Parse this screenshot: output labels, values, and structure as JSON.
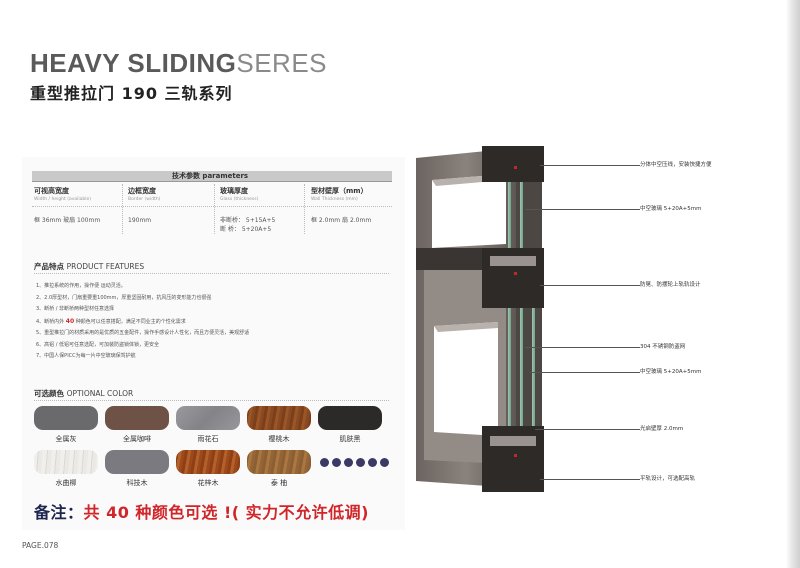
{
  "header": {
    "title_bold": "HEAVY SLIDING",
    "title_light": "SERES",
    "subtitle": "重型推拉门 190 三轨系列"
  },
  "parameters": {
    "header": "技术参数 parameters",
    "columns": [
      {
        "title": "可视高宽度",
        "en": "Width / height (available)",
        "value": "框 36mm    玻扇 100mm"
      },
      {
        "title": "边框宽度",
        "en": "Border (width)",
        "value": "190mm"
      },
      {
        "title": "玻璃厚度",
        "en": "Glass (thickness)",
        "value": "非断桥：  5+15A+5",
        "value2": "断  桥：  5+20A+5"
      },
      {
        "title": "型材壁厚（mm）",
        "en": "Wall Thickness (mm)",
        "value": "框 2.0mm    扇 2.0mm"
      }
    ]
  },
  "features": {
    "title_cn": "产品特点",
    "title_en": "PRODUCT FEATURES",
    "items": [
      "1、推拉系统的作用，操作便  运动灵活。",
      "2、2.0厚型材，门扇重要重100mm，厚重坚固耐用，抗风压的变形能力也很强",
      "3、断桥 / 非断桥两种型材任意选择",
      "4、断桥内外 ",
      "5、重型推拉门的材质采用的是优质的五金配件，操作手感设计人性化，而且方便灵活，美观舒适",
      "6、高铝 / 低铝可任意选配，可加装防盗锁体锁，更安全",
      "7、中国人保PICC为每一片中空玻璃保驾护航"
    ],
    "item4_highlight": "40",
    "item4_rest": " 种颜色可以任意搭配，满足不同业主的个性化需求"
  },
  "colors": {
    "title_cn": "可选颜色",
    "title_en": "OPTIONAL COLOR",
    "swatches": [
      {
        "label": "全属灰",
        "color": "#6a6a6c"
      },
      {
        "label": "全属咖啡",
        "color": "#6e5246"
      },
      {
        "label": "雨花石",
        "color": "#8e8e92"
      },
      {
        "label": "樱桃木",
        "color": "#8a4a22"
      },
      {
        "label": "肌肤黑",
        "color": "#2b2a28"
      },
      {
        "label": "水曲柳",
        "color": "#e8e6e2"
      },
      {
        "label": "科技木",
        "color": "#7a7a80"
      },
      {
        "label": "花梓木",
        "color": "#9c4a1c"
      },
      {
        "label": "泰  柚",
        "color": "#9a6a3a"
      }
    ]
  },
  "note": {
    "prefix": "备注：",
    "text": "共 40 种颜色可选 !( 实力不允许低调)"
  },
  "page_number": "PAGE.078",
  "callouts": [
    "分体中空压线，安装快捷方便",
    "中空玻璃 5+20A+5mm",
    "防晃、防摆轮上轨轨设计",
    "304 不锈钢防盗网",
    "中空玻璃 5+20A+5mm",
    "光启壁厚 2.0mm",
    "平轨设计，可选配高轨"
  ]
}
